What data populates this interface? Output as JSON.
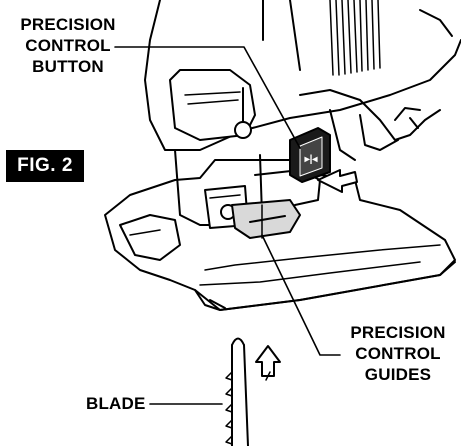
{
  "figure_label": "FIG. 2",
  "callouts": {
    "precision_button": [
      "PRECISION",
      "CONTROL",
      "BUTTON"
    ],
    "precision_guides": [
      "PRECISION",
      "CONTROL",
      "GUIDES"
    ],
    "blade": "BLADE"
  },
  "colors": {
    "ink": "#000000",
    "body_fill": "#ffffff",
    "button_fill": "#1a1a1a",
    "shade": "#d9d9d9",
    "arrow_fill": "#ffffff"
  },
  "icons": [
    "push-arrow-icon",
    "blade-direction-arrow-icon"
  ]
}
